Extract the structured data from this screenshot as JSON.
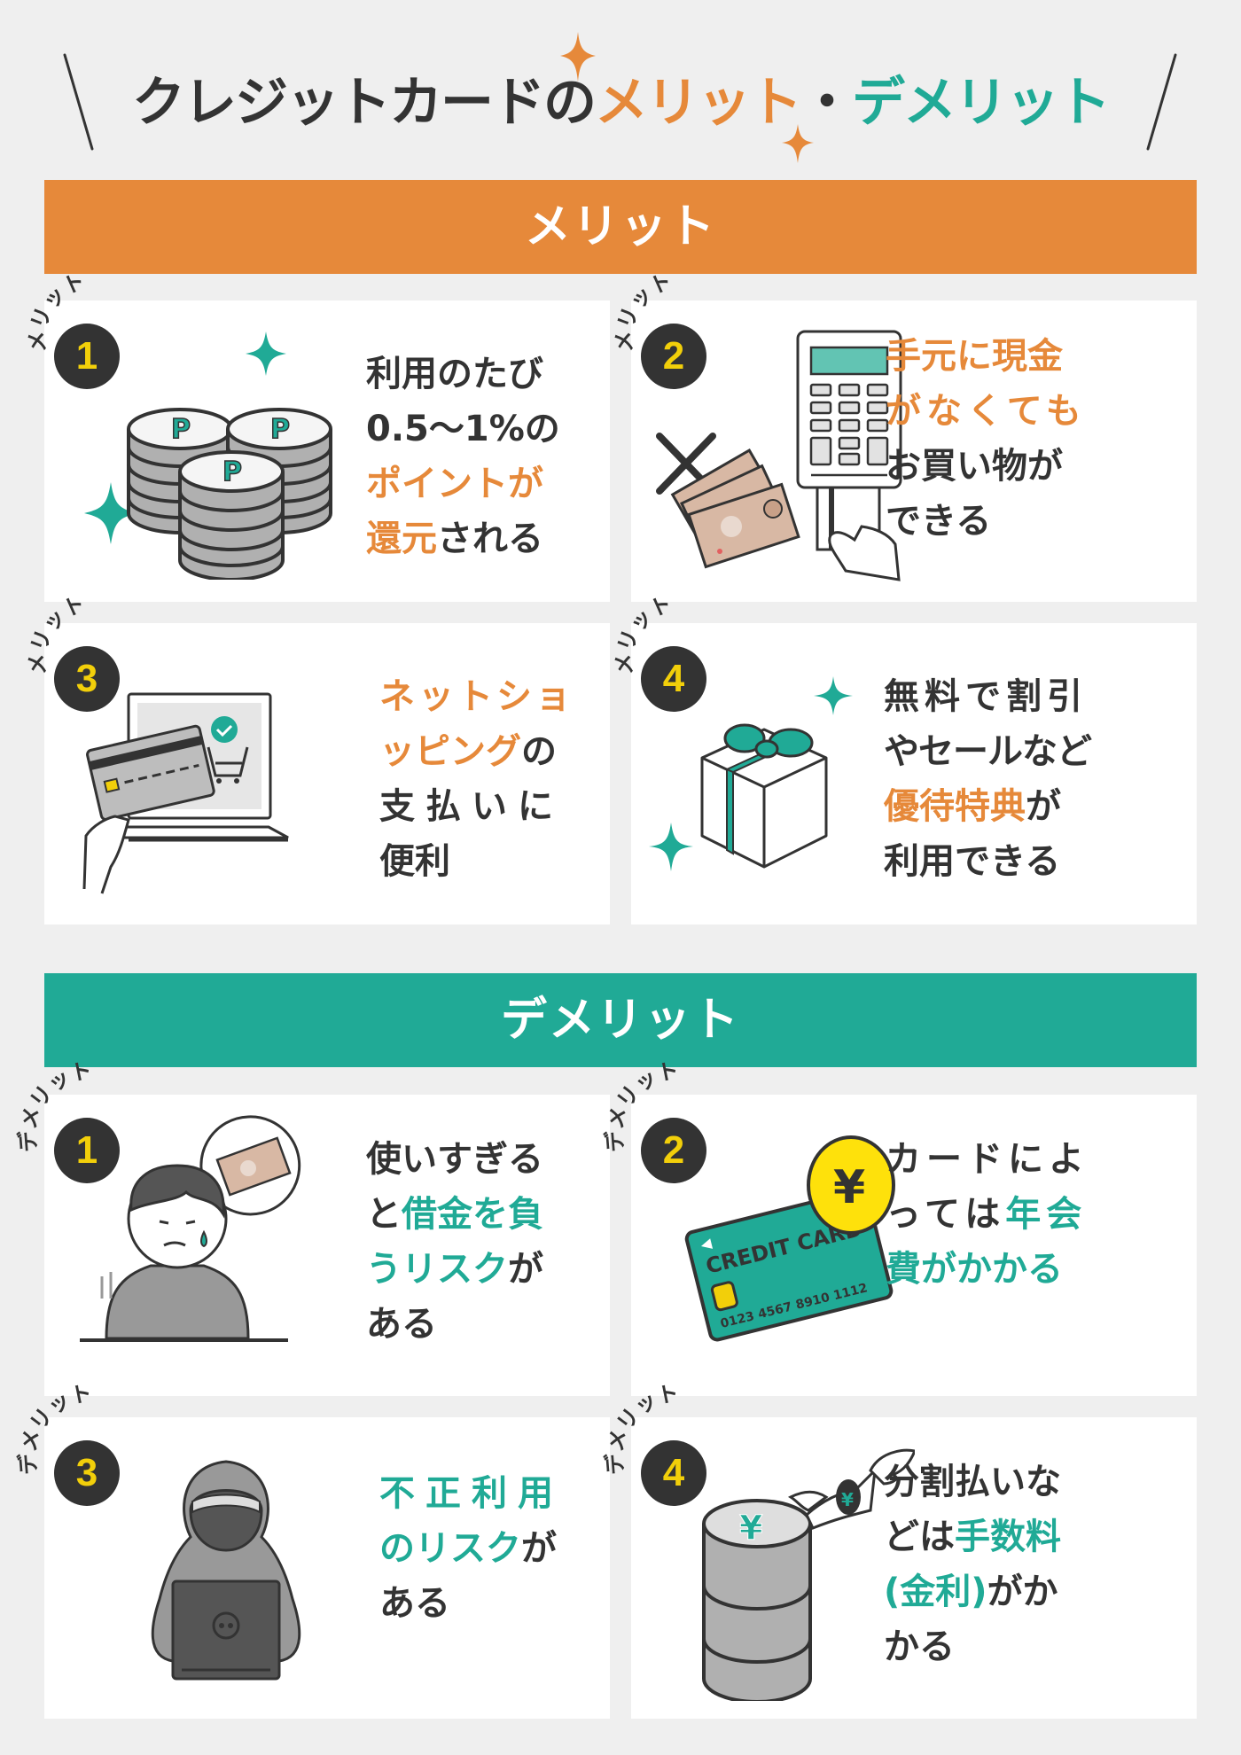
{
  "title": {
    "prefix": "クレジットカードの",
    "merit": "メリット",
    "separator": "・",
    "demerit": "デメリット"
  },
  "colors": {
    "merit": "#e6893a",
    "demerit": "#20aa96",
    "text": "#333333",
    "badge": "#333333",
    "badge_number": "#f2cf0a",
    "background": "#efefef"
  },
  "merit_section": {
    "heading": "メリット",
    "badge_label": "メリット",
    "items": [
      {
        "number": "1",
        "illustration": "point-coins-icon",
        "lines": [
          [
            {
              "t": "利用のたび",
              "h": false
            }
          ],
          [
            {
              "t": "0.5〜1%の",
              "h": false
            }
          ],
          [
            {
              "t": "ポイントが",
              "h": true
            }
          ],
          [
            {
              "t": "還元",
              "h": true
            },
            {
              "t": "される",
              "h": false
            }
          ]
        ]
      },
      {
        "number": "2",
        "illustration": "card-terminal-icon",
        "lines": [
          [
            {
              "t": "手元に現金",
              "h": true
            }
          ],
          [
            {
              "t": "がなくても",
              "h": true
            }
          ],
          [
            {
              "t": "お買い物が",
              "h": false
            }
          ],
          [
            {
              "t": "できる",
              "h": false
            }
          ]
        ]
      },
      {
        "number": "3",
        "illustration": "online-shopping-laptop-icon",
        "lines": [
          [
            {
              "t": "ネットショ",
              "h": true
            }
          ],
          [
            {
              "t": "ッピング",
              "h": true
            },
            {
              "t": "の",
              "h": false
            }
          ],
          [
            {
              "t": "支払いに",
              "h": false
            }
          ],
          [
            {
              "t": "便利",
              "h": false
            }
          ]
        ]
      },
      {
        "number": "4",
        "illustration": "gift-box-icon",
        "lines": [
          [
            {
              "t": "無料で割引",
              "h": false
            }
          ],
          [
            {
              "t": "やセールなど",
              "h": false
            }
          ],
          [
            {
              "t": "優待特典",
              "h": true
            },
            {
              "t": "が",
              "h": false
            }
          ],
          [
            {
              "t": "利用できる",
              "h": false
            }
          ]
        ]
      }
    ]
  },
  "demerit_section": {
    "heading": "デメリット",
    "badge_label": "デメリット",
    "items": [
      {
        "number": "1",
        "illustration": "worried-person-debt-icon",
        "lines": [
          [
            {
              "t": "使いすぎる",
              "h": false
            }
          ],
          [
            {
              "t": "と",
              "h": false
            },
            {
              "t": "借金を負",
              "h": true
            }
          ],
          [
            {
              "t": "うリスク",
              "h": true
            },
            {
              "t": "が",
              "h": false
            }
          ],
          [
            {
              "t": "ある",
              "h": false
            }
          ]
        ]
      },
      {
        "number": "2",
        "illustration": "credit-card-annual-fee-icon",
        "card_label": "CREDIT CARD",
        "card_number": "0123 4567 8910 1112",
        "yen_symbol": "¥",
        "lines": [
          [
            {
              "t": "カードによ",
              "h": false
            }
          ],
          [
            {
              "t": "っては",
              "h": false
            },
            {
              "t": "年会",
              "h": true
            }
          ],
          [
            {
              "t": "費がかかる",
              "h": true
            }
          ]
        ]
      },
      {
        "number": "3",
        "illustration": "hooded-hacker-icon",
        "lines": [
          [
            {
              "t": "不正利用",
              "h": true
            }
          ],
          [
            {
              "t": "のリスク",
              "h": true
            },
            {
              "t": "が",
              "h": false
            }
          ],
          [
            {
              "t": "ある",
              "h": false
            }
          ]
        ]
      },
      {
        "number": "4",
        "illustration": "flying-money-coins-icon",
        "yen_symbol": "¥",
        "lines": [
          [
            {
              "t": "分割払いな",
              "h": false
            }
          ],
          [
            {
              "t": "どは",
              "h": false
            },
            {
              "t": "手数料",
              "h": true
            }
          ],
          [
            {
              "t": "(金利)",
              "h": true
            },
            {
              "t": "がか",
              "h": false
            }
          ],
          [
            {
              "t": "かる",
              "h": false
            }
          ]
        ]
      }
    ]
  }
}
